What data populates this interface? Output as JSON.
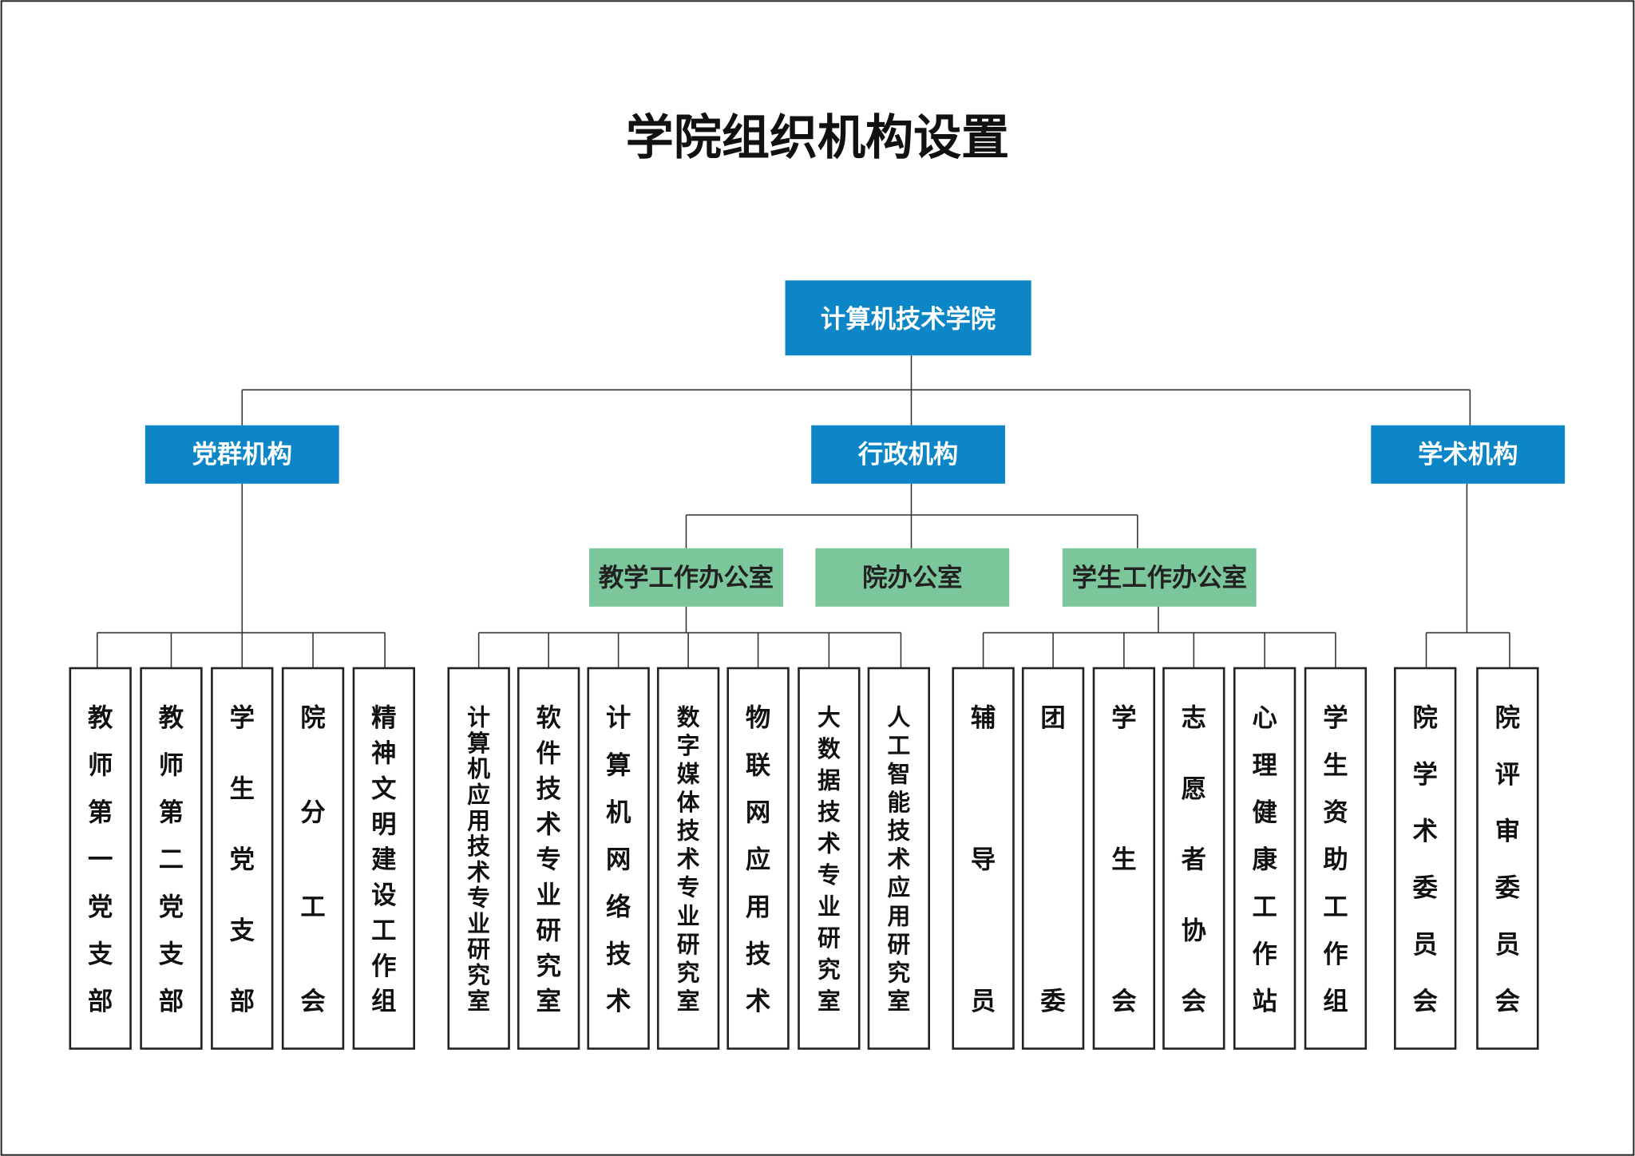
{
  "title": "学院组织机构设置",
  "colors": {
    "primary_node": "#0d86c8",
    "secondary_node": "#7cc69b",
    "leaf_border": "#222222"
  },
  "root": "计算机技术学院",
  "categories": {
    "party": "党群机构",
    "admin": "行政机构",
    "academic": "学术机构"
  },
  "offices": {
    "teaching": "教学工作办公室",
    "college": "院办公室",
    "student": "学生工作办公室"
  },
  "units": {
    "party": [
      "教师第一党支部",
      "教师第二党支部",
      "学生党支部",
      "院分工会",
      "精神文明建设工作组"
    ],
    "teaching": [
      "计算机应用技术专业研究室",
      "软件技术专业研究室",
      "计算机网络技术",
      "数字媒体技术专业研究室",
      "物联网应用技术",
      "大数据技术专业研究室",
      "人工智能技术应用研究室"
    ],
    "student": [
      "辅导员",
      "团委",
      "学生会",
      "志愿者协会",
      "心理健康工作站",
      "学生资助工作组"
    ],
    "academic": [
      "院学术委员会",
      "院评审委员会"
    ]
  }
}
